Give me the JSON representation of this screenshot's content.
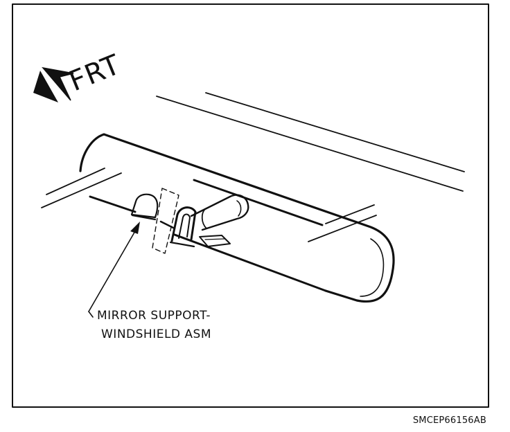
{
  "direction_label": "FRT",
  "callout": {
    "line1": "MIRROR SUPPORT-",
    "line2": "WINDSHIELD ASM"
  },
  "figure_code": "SMCEP66156AB",
  "icons": {
    "direction_arrow": "front-direction-arrow-icon"
  },
  "colors": {
    "ink": "#111111",
    "background": "#ffffff"
  }
}
